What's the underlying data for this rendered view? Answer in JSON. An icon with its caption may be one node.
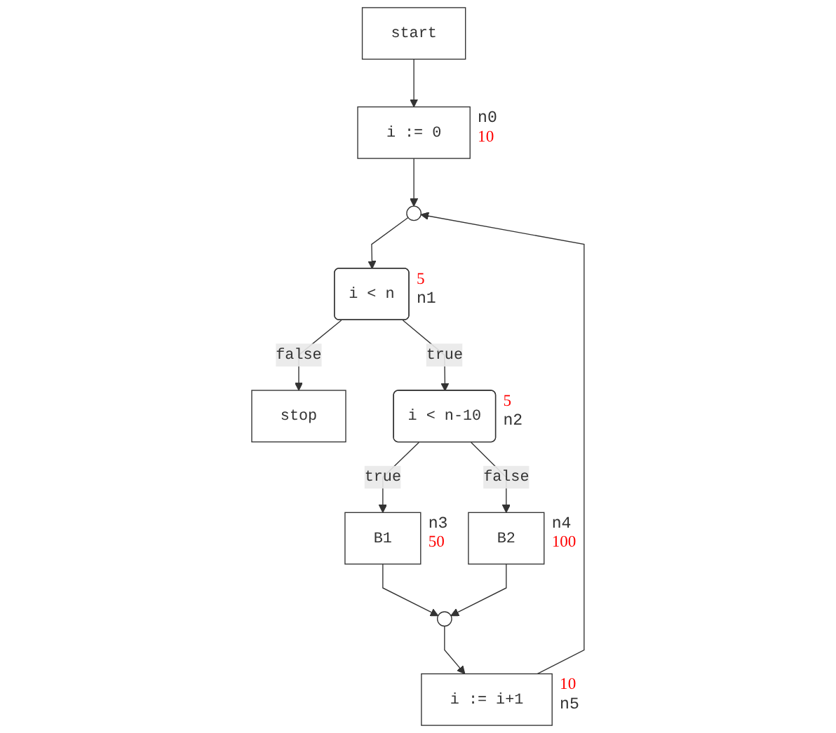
{
  "diagram": {
    "nodes": [
      {
        "text": [],
        "shape": "circle"
      },
      {
        "text": [
          "i := 0"
        ],
        "beside": [
          "n0",
          "10"
        ]
      },
      {
        "text": [
          "start"
        ]
      },
      {
        "text": [
          "i < n"
        ],
        "beside": [
          "5",
          "n1"
        ]
      },
      {
        "text": [
          "stop"
        ]
      },
      {
        "text": [
          "i := i+1"
        ],
        "beside": [
          "10",
          "n5"
        ]
      },
      {
        "text": [
          "i < n-10"
        ],
        "beside": [
          "5",
          "n2"
        ]
      },
      {
        "text": [
          "B1"
        ],
        "beside": [
          "n3",
          "50"
        ]
      },
      {
        "text": [
          "B2"
        ],
        "beside": [
          "n4",
          "100"
        ]
      },
      {
        "text": [],
        "shape": "circle"
      }
    ],
    "edges": [
      {
        "from": 2,
        "to": 1,
        "arrow": "to"
      },
      {
        "from": 1,
        "to": 0,
        "arrow": "to"
      },
      {
        "from": 5,
        "to": 0,
        "arrow": "to"
      },
      {
        "from": 0,
        "to": 3,
        "arrow": "to"
      },
      {
        "from": 3,
        "to": 4,
        "label": "false",
        "arrow": "to"
      },
      {
        "from": 3,
        "to": 6,
        "label": "true",
        "arrow": "to"
      },
      {
        "from": 6,
        "to": 7,
        "label": "true",
        "arrow": "to"
      },
      {
        "from": 6,
        "to": 8,
        "label": "false",
        "arrow": "to"
      },
      {
        "from": 7,
        "to": 9,
        "arrow": "to"
      },
      {
        "from": 8,
        "to": 9,
        "arrow": "to"
      },
      {
        "from": 9,
        "to": 5,
        "arrow": "to"
      }
    ]
  }
}
